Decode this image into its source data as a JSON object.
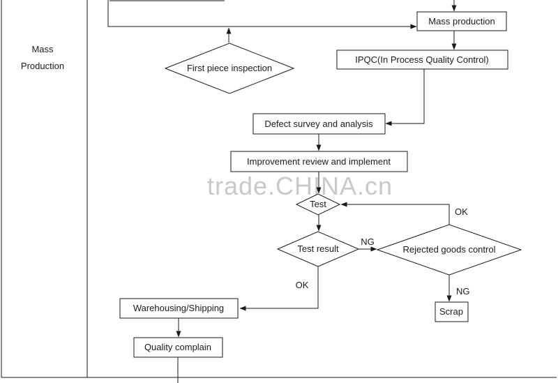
{
  "swimlane": {
    "label_line1": "Mass",
    "label_line2": "Production"
  },
  "watermark": "trade.CHINA.cn",
  "nodes": {
    "mass_production": "Mass production",
    "ipqc": "IPQC(In Process Quality Control)",
    "first_piece_inspection": "First piece inspection",
    "defect_survey": "Defect survey and analysis",
    "improvement": "Improvement review and implement",
    "test": "Test",
    "test_result": "Test result",
    "rejected_goods_control": "Rejected goods control",
    "scrap": "Scrap",
    "warehousing_shipping": "Warehousing/Shipping",
    "quality_complain": "Quality complain"
  },
  "edge_labels": {
    "test_ok": "OK",
    "test_result_ng": "NG",
    "rejected_ng": "NG",
    "test_result_ok": "OK"
  },
  "colors": {
    "line": "#1a1a1a",
    "watermark": "#c9c9c9",
    "background": "#ffffff"
  }
}
